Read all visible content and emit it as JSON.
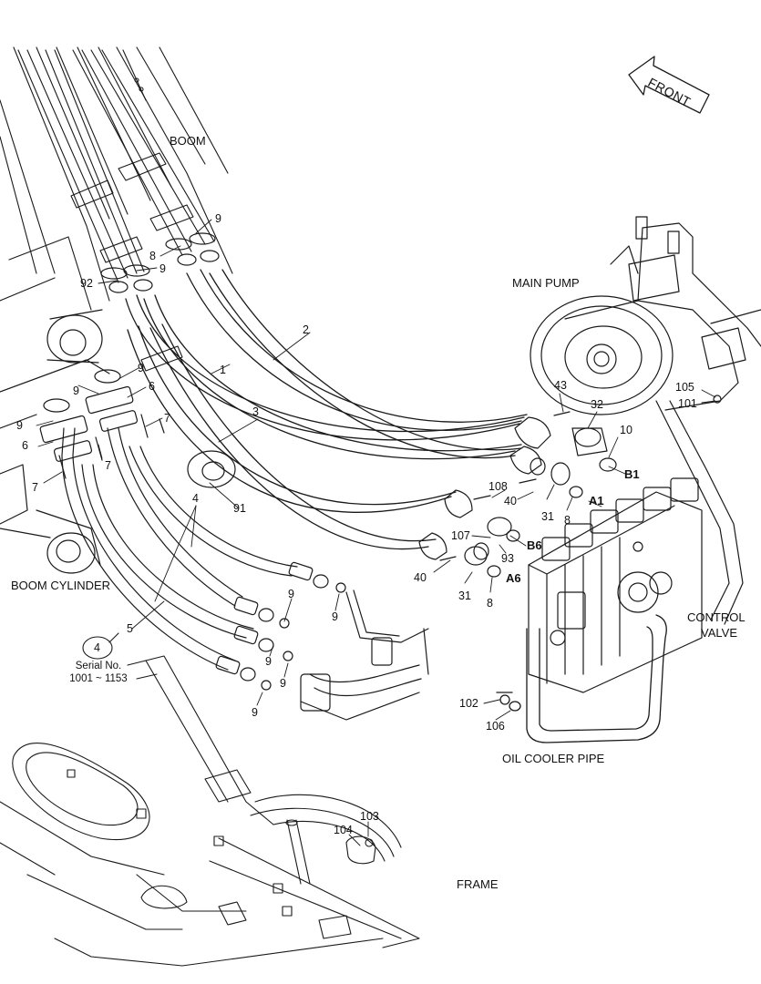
{
  "labels": {
    "boom": "BOOM",
    "main_pump": "MAIN PUMP",
    "boom_cylinder": "BOOM CYLINDER",
    "control_valve_line1": "CONTROL",
    "control_valve_line2": "VALVE",
    "oil_cooler_pipe": "OIL COOLER PIPE",
    "frame": "FRAME",
    "front": "FRONT"
  },
  "serial": {
    "badge": "4",
    "line1": "Serial No.",
    "line2": "1001 ~ 1153"
  },
  "callouts": {
    "c1": "1",
    "c2": "2",
    "c3": "3",
    "c4": "4",
    "c5": "5",
    "c6a": "6",
    "c6b": "6",
    "c7a": "7",
    "c7b": "7",
    "c7c": "7",
    "c8a": "8",
    "c8b": "8",
    "c8c": "8",
    "c9a": "9",
    "c9b": "9",
    "c9c": "9",
    "c9d": "9",
    "c9e": "9",
    "c9f": "9",
    "c9g": "9",
    "c9h": "9",
    "c9i": "9",
    "c10": "10",
    "c31a": "31",
    "c31b": "31",
    "c32": "32",
    "c40a": "40",
    "c40b": "40",
    "c43": "43",
    "c91": "91",
    "c92": "92",
    "c93": "93",
    "c101": "101",
    "c102": "102",
    "c103": "103",
    "c104": "104",
    "c105": "105",
    "c106": "106",
    "c107": "107",
    "c108": "108"
  },
  "ports": {
    "b1": "B1",
    "a1": "A1",
    "b6": "B6",
    "a6": "A6"
  }
}
